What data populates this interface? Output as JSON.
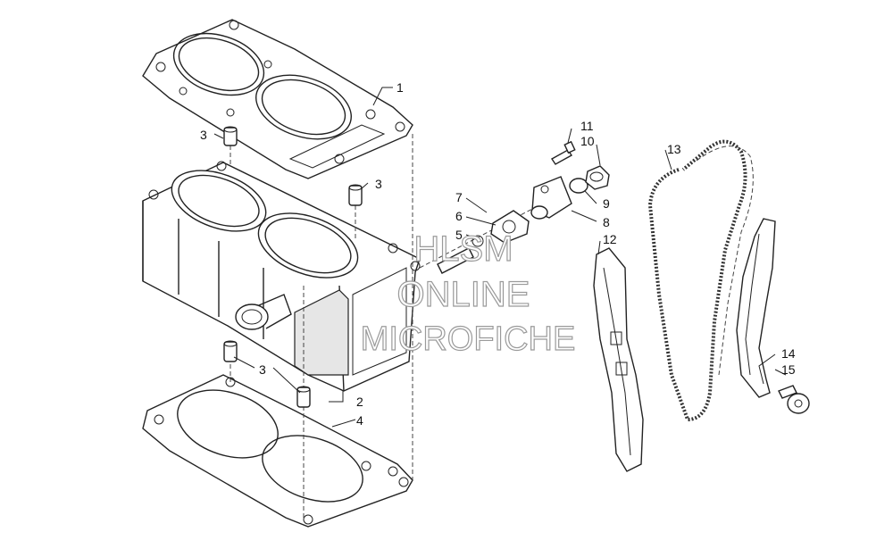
{
  "callouts": [
    {
      "id": "1",
      "label": "1"
    },
    {
      "id": "2",
      "label": "2"
    },
    {
      "id": "3a",
      "label": "3"
    },
    {
      "id": "3b",
      "label": "3"
    },
    {
      "id": "3c",
      "label": "3"
    },
    {
      "id": "4",
      "label": "4"
    },
    {
      "id": "5",
      "label": "5"
    },
    {
      "id": "6",
      "label": "6"
    },
    {
      "id": "7",
      "label": "7"
    },
    {
      "id": "8",
      "label": "8"
    },
    {
      "id": "9",
      "label": "9"
    },
    {
      "id": "10",
      "label": "10"
    },
    {
      "id": "11",
      "label": "11"
    },
    {
      "id": "12",
      "label": "12"
    },
    {
      "id": "13",
      "label": "13"
    },
    {
      "id": "14",
      "label": "14"
    },
    {
      "id": "15",
      "label": "15"
    }
  ],
  "watermark": {
    "line1": "HLSM",
    "line2": "ONLINE",
    "line3": "MICROFICHE"
  }
}
